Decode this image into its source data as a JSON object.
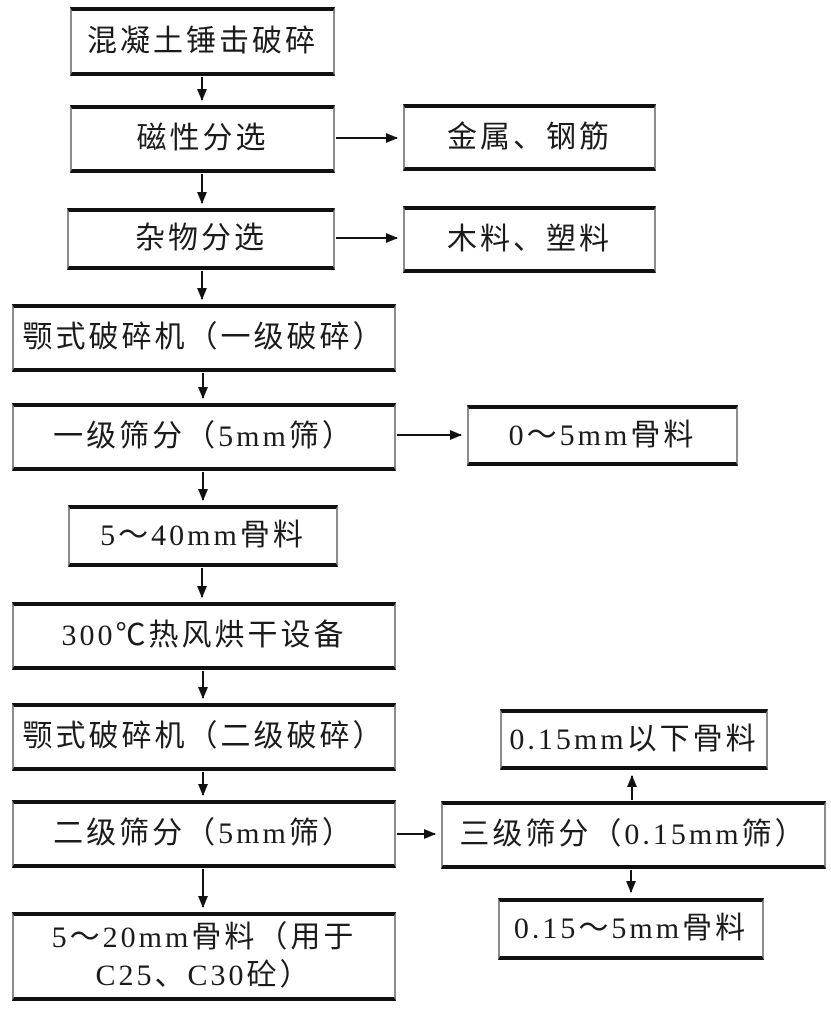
{
  "diagram": {
    "type": "flowchart",
    "language": "zh-CN",
    "colors": {
      "background": "#ffffff",
      "box_fill": "#ffffff",
      "box_border_horizontal": "#101010",
      "box_border_vertical": "#8c8c8c",
      "arrow": "#111111",
      "text": "#1b1b1b"
    },
    "nodes": {
      "crush": {
        "label": "混凝土锤击破碎"
      },
      "magnetic": {
        "label": "磁性分选"
      },
      "metal": {
        "label": "金属、钢筋"
      },
      "debris": {
        "label": "杂物分选"
      },
      "wood": {
        "label": "木料、塑料"
      },
      "jaw1": {
        "label": "颚式破碎机（一级破碎）"
      },
      "screen1": {
        "label": "一级筛分（5mm筛）"
      },
      "agg05": {
        "label": "0～5mm骨料"
      },
      "agg540": {
        "label": "5～40mm骨料"
      },
      "dry": {
        "label": "300℃热风烘干设备"
      },
      "jaw2": {
        "label": "颚式破碎机（二级破碎）"
      },
      "screen2": {
        "label": "二级筛分（5mm筛）"
      },
      "agg015down": {
        "label": "0.15mm以下骨料"
      },
      "screen3": {
        "label": "三级筛分（0.15mm筛）"
      },
      "agg0155": {
        "label": "0.15～5mm骨料"
      },
      "agg520": {
        "line1": "5～20mm骨料（用于",
        "line2": "C25、C30砼）"
      }
    },
    "edges": [
      {
        "from": "crush",
        "to": "magnetic",
        "direction": "down"
      },
      {
        "from": "magnetic",
        "to": "metal",
        "direction": "right"
      },
      {
        "from": "magnetic",
        "to": "debris",
        "direction": "down"
      },
      {
        "from": "debris",
        "to": "wood",
        "direction": "right"
      },
      {
        "from": "debris",
        "to": "jaw1",
        "direction": "down"
      },
      {
        "from": "jaw1",
        "to": "screen1",
        "direction": "down"
      },
      {
        "from": "screen1",
        "to": "agg05",
        "direction": "right"
      },
      {
        "from": "screen1",
        "to": "agg540",
        "direction": "down"
      },
      {
        "from": "agg540",
        "to": "dry",
        "direction": "down"
      },
      {
        "from": "dry",
        "to": "jaw2",
        "direction": "down"
      },
      {
        "from": "jaw2",
        "to": "screen2",
        "direction": "down"
      },
      {
        "from": "screen2",
        "to": "screen3",
        "direction": "right"
      },
      {
        "from": "screen2",
        "to": "agg520",
        "direction": "down"
      },
      {
        "from": "screen3",
        "to": "agg015down",
        "direction": "up"
      },
      {
        "from": "screen3",
        "to": "agg0155",
        "direction": "down"
      }
    ]
  }
}
